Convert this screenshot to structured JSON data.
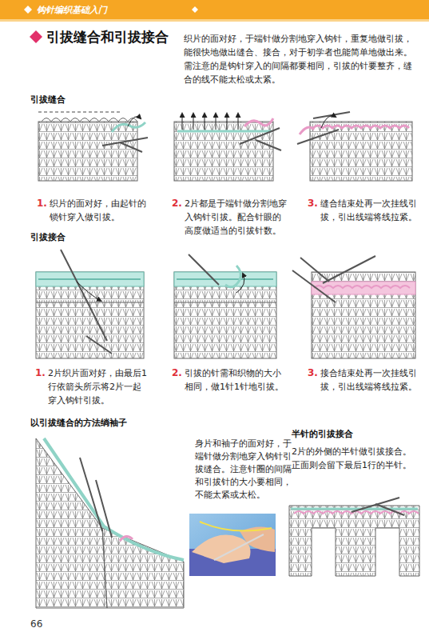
{
  "diagram": {
    "title": "引拔缝合和引拔接合",
    "labels": [
      "钩针编织基础入门",
      "织片的面对好，于端针做分割地穿入钩针，重复地做引拔，能很快地做出缝合、接合，对于初学者也能简单地做出来。需注意的是钩针穿入的间隔都要相同，引拔的针要整齐，缝合的线不能太松或太紧。",
      "引拔缝合",
      "1.",
      "织片的面对好，由起针的锁针穿入做引拔。",
      "2.",
      "2片都是于端针做分割地穿入钩针引拔。配合针眼的高度做适当的引拔针数。",
      "3.",
      "缝合结束处再一次挂线引拔，引出线端将线拉紧。",
      "引拔接合",
      "1.",
      "2片织片面对好，由最后1行依箭头所示将2片一起穿入钩针引拔。",
      "2.",
      "引拔的针需和织物的大小相同，做1针1针地引拔。",
      "3.",
      "接合结束处再一次挂线引拔，引出线端将线拉紧。",
      "以引拔缝合的方法绱袖子",
      "身片和袖子的面对好，于端针做分割地穿入钩针引拔缝合。注意针圈的间隔和引拔针的大小要相同，不能太紧或太松。",
      "半针的引拔接合",
      "2片的外侧的半针做引拔接合。正面则会留下最后1行的半针。",
      "66"
    ]
  }
}
